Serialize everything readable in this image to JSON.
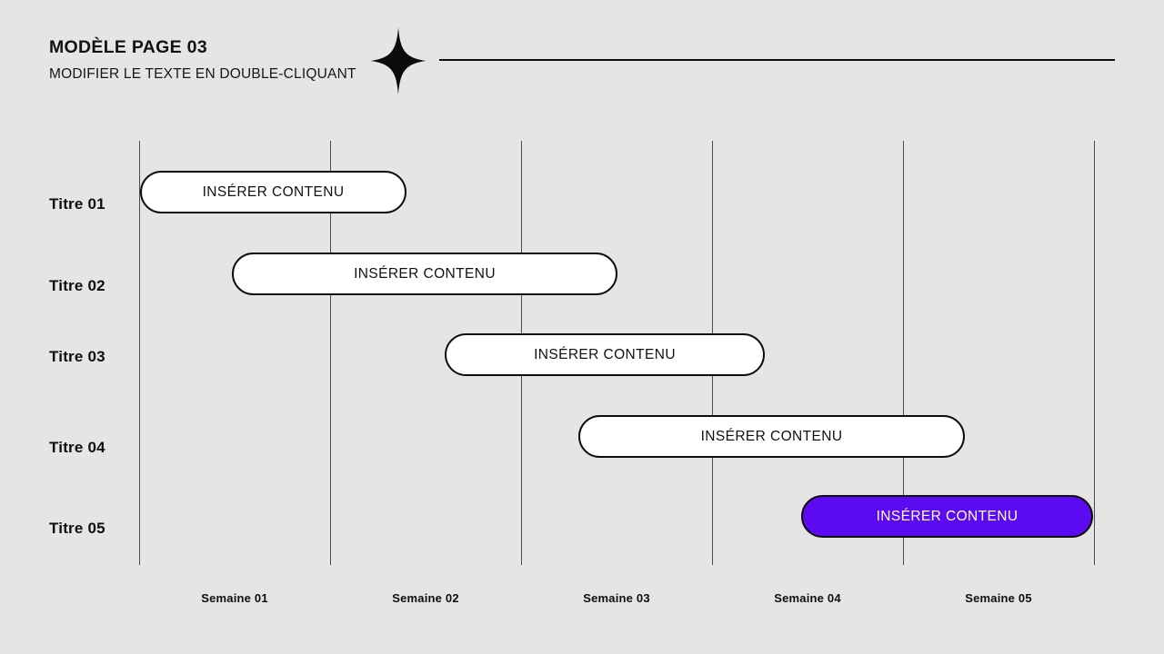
{
  "page": {
    "background": "#e6e5e3"
  },
  "header": {
    "title": "MODÈLE PAGE 03",
    "subtitle": "MODIFIER LE TEXTE EN DOUBLE-CLIQUANT",
    "decoration": {
      "icon": "sparkle-icon",
      "divider": "horizontal-line"
    }
  },
  "gantt": {
    "rows": [
      {
        "label": "Titre 01"
      },
      {
        "label": "Titre 02"
      },
      {
        "label": "Titre 03"
      },
      {
        "label": "Titre 04"
      },
      {
        "label": "Titre 05"
      }
    ],
    "columns": [
      {
        "label": "Semaine 01"
      },
      {
        "label": "Semaine 02"
      },
      {
        "label": "Semaine 03"
      },
      {
        "label": "Semaine 04"
      },
      {
        "label": "Semaine 05"
      }
    ],
    "bars": [
      {
        "label": "INSÉRER CONTENU",
        "fill": "#ffffff",
        "text_color": "#111111"
      },
      {
        "label": "INSÉRER CONTENU",
        "fill": "#ffffff",
        "text_color": "#111111"
      },
      {
        "label": "INSÉRER CONTENU",
        "fill": "#ffffff",
        "text_color": "#111111"
      },
      {
        "label": "INSÉRER CONTENU",
        "fill": "#ffffff",
        "text_color": "#111111"
      },
      {
        "label": "INSÉRER CONTENU",
        "fill": "#5c0af2",
        "text_color": "#ffffff"
      }
    ],
    "colors": {
      "bar_border": "#0d0d0d",
      "gridline": "#4c4c4c",
      "accent": "#5c0af2"
    }
  },
  "chart_data": {
    "type": "bar",
    "variant": "gantt",
    "title": "MODÈLE PAGE 03",
    "rows": [
      "Titre 01",
      "Titre 02",
      "Titre 03",
      "Titre 04",
      "Titre 05"
    ],
    "x_categories": [
      "Semaine 01",
      "Semaine 02",
      "Semaine 03",
      "Semaine 04",
      "Semaine 05"
    ],
    "x_range": [
      0,
      5
    ],
    "grid": "vertical-only",
    "legend": false,
    "series": [
      {
        "row": "Titre 01",
        "label": "INSÉRER CONTENU",
        "start_week": 0.0,
        "end_week": 1.4,
        "fill": "#ffffff"
      },
      {
        "row": "Titre 02",
        "label": "INSÉRER CONTENU",
        "start_week": 0.49,
        "end_week": 2.5,
        "fill": "#ffffff"
      },
      {
        "row": "Titre 03",
        "label": "INSÉRER CONTENU",
        "start_week": 1.6,
        "end_week": 3.28,
        "fill": "#ffffff"
      },
      {
        "row": "Titre 04",
        "label": "INSÉRER CONTENU",
        "start_week": 2.3,
        "end_week": 4.32,
        "fill": "#ffffff"
      },
      {
        "row": "Titre 05",
        "label": "INSÉRER CONTENU",
        "start_week": 3.47,
        "end_week": 5.0,
        "fill": "#5c0af2"
      }
    ]
  }
}
